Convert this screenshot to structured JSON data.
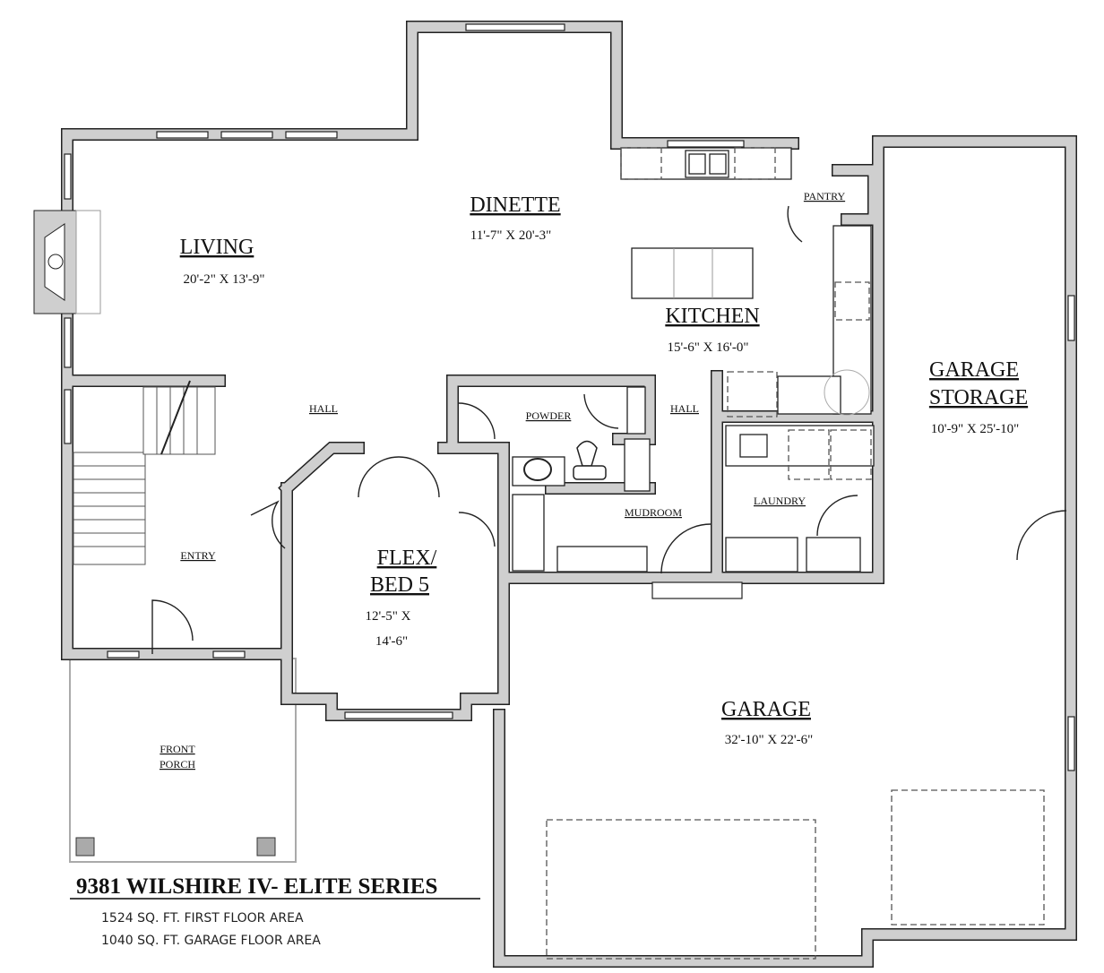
{
  "plan": {
    "title": "9381 WILSHIRE IV- ELITE SERIES",
    "areas": [
      "1524 SQ. FT. FIRST FLOOR AREA",
      "1040 SQ. FT. GARAGE FLOOR AREA"
    ],
    "rooms": {
      "dinette": {
        "name": "DINETTE",
        "dims": "11'-7\" X 20'-3\""
      },
      "living": {
        "name": "LIVING",
        "dims": "20'-2\" X 13'-9\""
      },
      "kitchen": {
        "name": "KITCHEN",
        "dims": "15'-6\" X 16'-0\""
      },
      "garage_storage": {
        "name_line1": "GARAGE",
        "name_line2": "STORAGE",
        "dims": "10'-9\" X 25'-10\""
      },
      "flex": {
        "name_line1": "FLEX/",
        "name_line2": "BED 5",
        "dims_line1": "12'-5\" X",
        "dims_line2": "14'-6\""
      },
      "garage": {
        "name": "GARAGE",
        "dims": "32'-10\" X 22'-6\""
      },
      "hall_left": "HALL",
      "hall_right": "HALL",
      "powder": "POWDER",
      "pantry": "PANTRY",
      "mudroom": "MUDROOM",
      "laundry": "LAUNDRY",
      "entry": "ENTRY",
      "porch_line1": "FRONT",
      "porch_line2": "PORCH"
    },
    "colors": {
      "wall": "#cfcfcf",
      "line": "#222222"
    }
  }
}
